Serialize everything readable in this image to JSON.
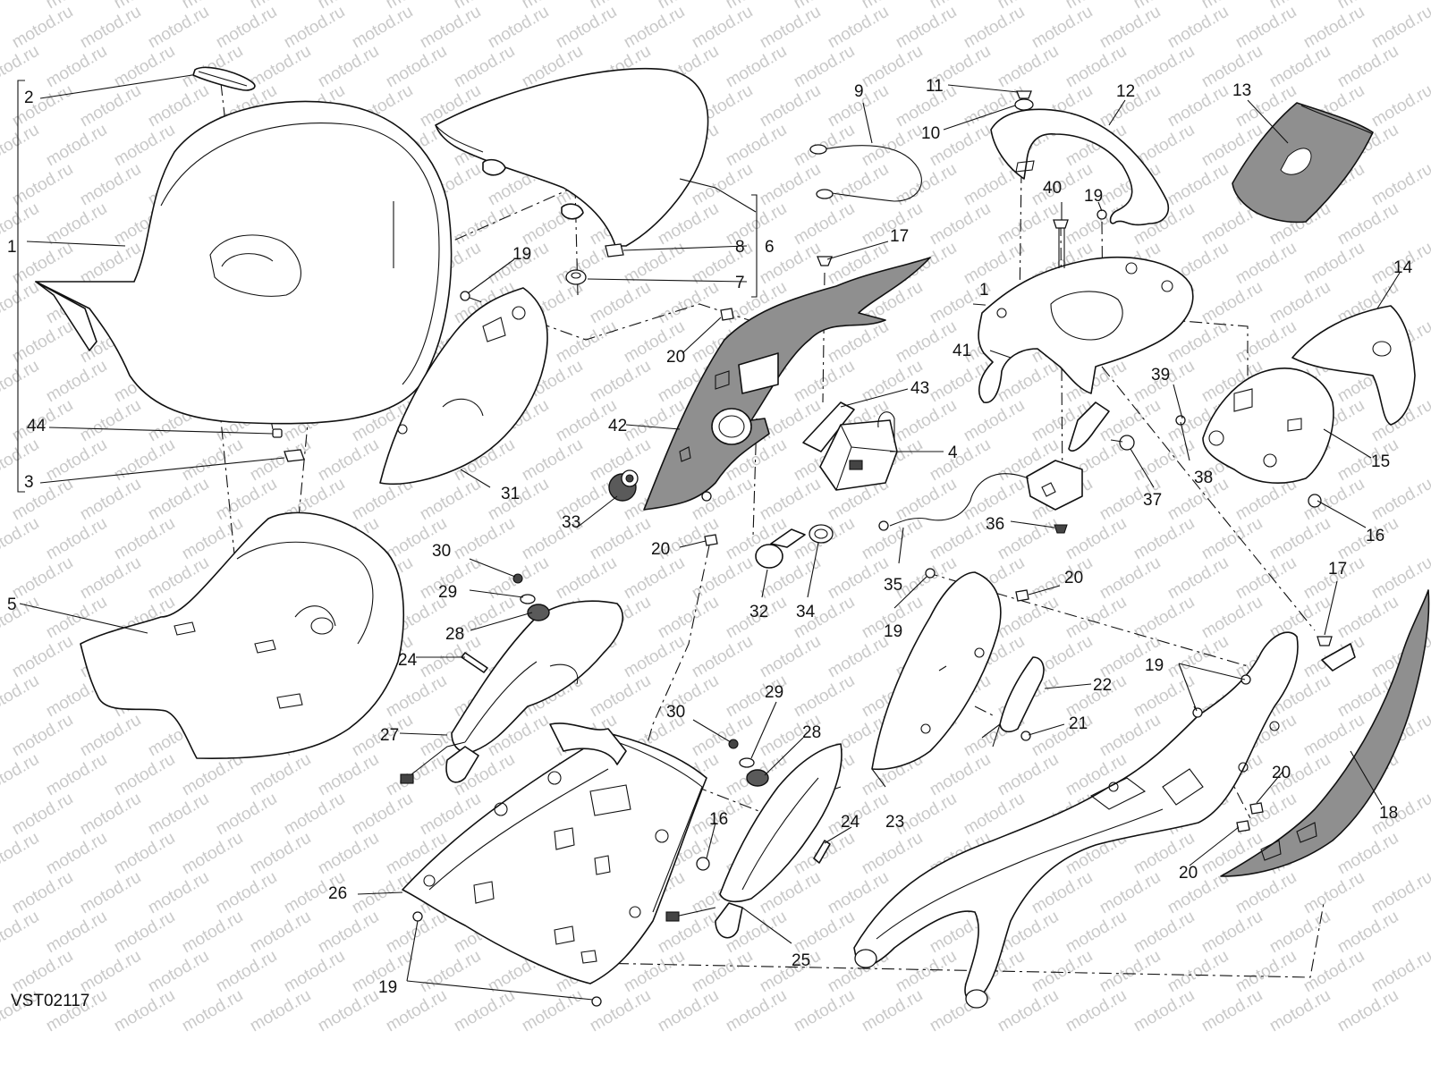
{
  "diagram_code": "VST02117",
  "watermark_text": "motod.ru",
  "colors": {
    "line": "#111111",
    "shaded_part": "#8f8f8f",
    "watermark": "#c9c9c9",
    "background": "#ffffff"
  },
  "callouts": [
    {
      "id": "c1",
      "label": "1"
    },
    {
      "id": "c2",
      "label": "2"
    },
    {
      "id": "c3",
      "label": "3"
    },
    {
      "id": "c44",
      "label": "44"
    },
    {
      "id": "c5",
      "label": "5"
    },
    {
      "id": "c6",
      "label": "6"
    },
    {
      "id": "c7",
      "label": "7"
    },
    {
      "id": "c8",
      "label": "8"
    },
    {
      "id": "c19a",
      "label": "19"
    },
    {
      "id": "c20a",
      "label": "20"
    },
    {
      "id": "c31",
      "label": "31"
    },
    {
      "id": "c9",
      "label": "9"
    },
    {
      "id": "c17a",
      "label": "17"
    },
    {
      "id": "c42",
      "label": "42"
    },
    {
      "id": "c43",
      "label": "43"
    },
    {
      "id": "c4",
      "label": "4"
    },
    {
      "id": "c33",
      "label": "33"
    },
    {
      "id": "c20b",
      "label": "20"
    },
    {
      "id": "c32",
      "label": "32"
    },
    {
      "id": "c34",
      "label": "34"
    },
    {
      "id": "c11",
      "label": "11"
    },
    {
      "id": "c10",
      "label": "10"
    },
    {
      "id": "c12",
      "label": "12"
    },
    {
      "id": "c13",
      "label": "13"
    },
    {
      "id": "c40",
      "label": "40"
    },
    {
      "id": "c19b",
      "label": "19"
    },
    {
      "id": "c1b",
      "label": "1"
    },
    {
      "id": "c41",
      "label": "41"
    },
    {
      "id": "c37",
      "label": "37"
    },
    {
      "id": "c36",
      "label": "36"
    },
    {
      "id": "c35",
      "label": "35"
    },
    {
      "id": "c14",
      "label": "14"
    },
    {
      "id": "c39",
      "label": "39"
    },
    {
      "id": "c38",
      "label": "38"
    },
    {
      "id": "c15",
      "label": "15"
    },
    {
      "id": "c16a",
      "label": "16"
    },
    {
      "id": "c30a",
      "label": "30"
    },
    {
      "id": "c29a",
      "label": "29"
    },
    {
      "id": "c28a",
      "label": "28"
    },
    {
      "id": "c24a",
      "label": "24"
    },
    {
      "id": "c27",
      "label": "27"
    },
    {
      "id": "c30b",
      "label": "30"
    },
    {
      "id": "c29b",
      "label": "29"
    },
    {
      "id": "c28b",
      "label": "28"
    },
    {
      "id": "c16b",
      "label": "16"
    },
    {
      "id": "c24b",
      "label": "24"
    },
    {
      "id": "c26",
      "label": "26"
    },
    {
      "id": "c25",
      "label": "25"
    },
    {
      "id": "c19c",
      "label": "19"
    },
    {
      "id": "c19d",
      "label": "19"
    },
    {
      "id": "c20c",
      "label": "20"
    },
    {
      "id": "c22",
      "label": "22"
    },
    {
      "id": "c21",
      "label": "21"
    },
    {
      "id": "c23",
      "label": "23"
    },
    {
      "id": "c17b",
      "label": "17"
    },
    {
      "id": "c19e",
      "label": "19"
    },
    {
      "id": "c18",
      "label": "18"
    },
    {
      "id": "c20d",
      "label": "20"
    },
    {
      "id": "c20e",
      "label": "20"
    }
  ]
}
